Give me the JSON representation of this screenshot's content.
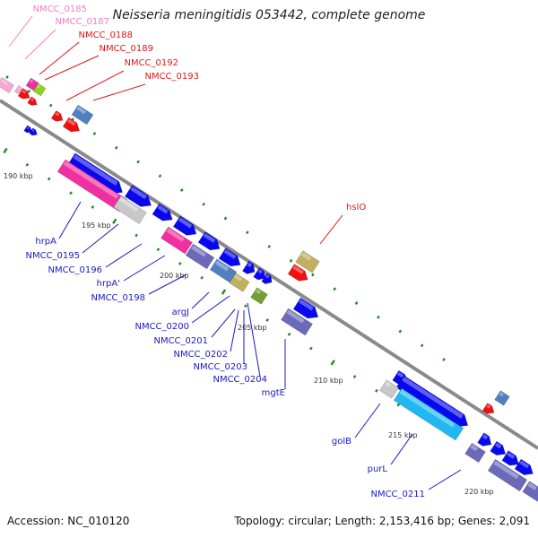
{
  "title": "Neisseria meningitidis 053442, complete genome",
  "accession_text": "Accession: NC_010120",
  "summary_text": "Topology: circular; Length: 2,153,416 bp; Genes: 2,091",
  "colors": {
    "backbone": "#8a8a8a",
    "tick": "#1f8a1f",
    "label_pink": "#f080c0",
    "label_red": "#e01818",
    "label_blue": "#1818c8",
    "gene_blue": "#0808f0",
    "gene_red": "#f01010",
    "gene_pink": "#f030a0",
    "gene_lightpink": "#f8a8d0",
    "gene_gray": "#c8c8c8",
    "gene_slate": "#6a6ab8",
    "gene_steel": "#5080c0",
    "gene_olive": "#c0b060",
    "gene_green": "#70a030",
    "gene_lime": "#90d020",
    "gene_cyan": "#20b8f0"
  },
  "scale_labels": [
    "190 kbp",
    "195 kbp",
    "200 kbp",
    "205 kbp",
    "210 kbp",
    "215 kbp",
    "220 kbp"
  ],
  "gene_labels": [
    "NMCC_0185",
    "NMCC_0187",
    "NMCC_0188",
    "NMCC_0189",
    "NMCC_0192",
    "NMCC_0193",
    "hslO",
    "hrpA",
    "NMCC_0195",
    "NMCC_0196",
    "hrpA'",
    "NMCC_0198",
    "argJ",
    "NMCC_0200",
    "NMCC_0201",
    "NMCC_0202",
    "NMCC_0203",
    "NMCC_0204",
    "mgtE",
    "golB",
    "purL",
    "NMCC_0211"
  ]
}
